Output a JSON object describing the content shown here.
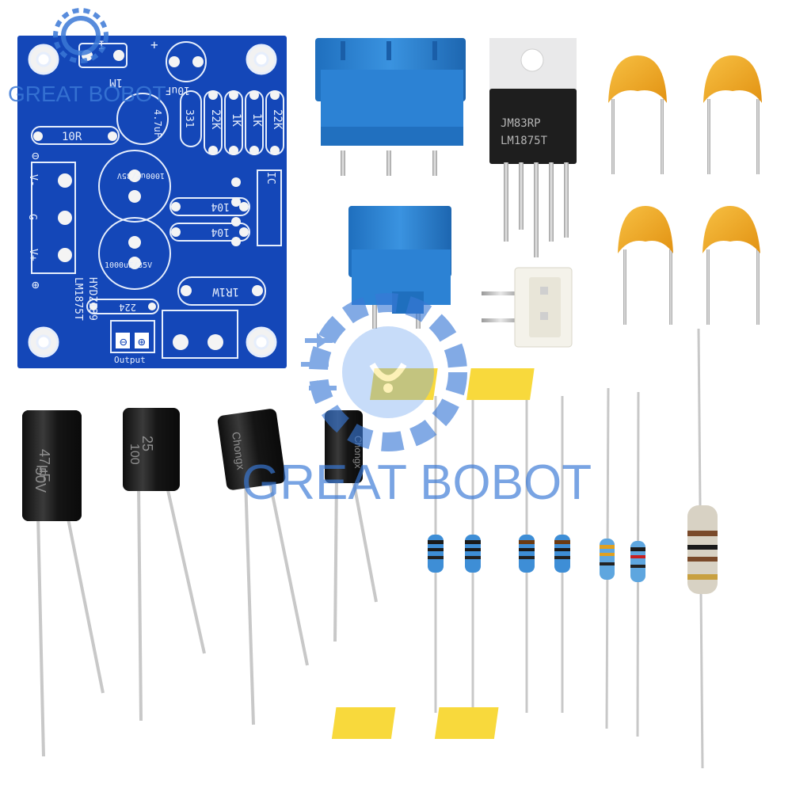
{
  "watermark": {
    "brand": "GREAT BOBOT",
    "color": "#3a78d6"
  },
  "pcb": {
    "board_color": "#1447b8",
    "silkscreen_color": "#e6eefc",
    "labels": {
      "i": "I",
      "plus": "+",
      "r1": "1M",
      "c_10uf": "10uF",
      "c_47uf": "4.7uF",
      "r_331": "331",
      "r_22k_a": "22K",
      "r_1k_a": "1K",
      "r_1k_b": "1K",
      "r_22k_b": "22K",
      "r_10r": "10R",
      "minus_circle": "⊖",
      "v_minus": "V-",
      "g": "G",
      "v_plus": "V+",
      "plus_circle": "⊕",
      "cap_top": "1000uF/35V",
      "cap_bottom": "1000uF/35V",
      "ic": "IC",
      "c104_a": "104",
      "c104_b": "104",
      "r_1r1w": "1R1W",
      "model": "LM1875T",
      "model_code": "HYDZ139",
      "c224": "224",
      "output": "Output"
    }
  },
  "chip": {
    "line1": "JM83RP",
    "line2": "LM1875T"
  },
  "electrolytic_caps": [
    {
      "label_a": "47μF",
      "label_b": "50V"
    },
    {
      "label_a": "25",
      "label_b": "100"
    },
    {
      "label_a": "Chongx",
      "label_b": ""
    },
    {
      "label_a": "Chongx",
      "label_b": ""
    }
  ],
  "colors": {
    "terminal_blue": "#2c82d4",
    "ceramic_orange": "#f0a51c",
    "cap_black": "#1c1c1c",
    "tape_yellow": "#f8d93c",
    "resistor_blue": "#3e8ed6",
    "resistor_beige": "#d8d2c4"
  }
}
